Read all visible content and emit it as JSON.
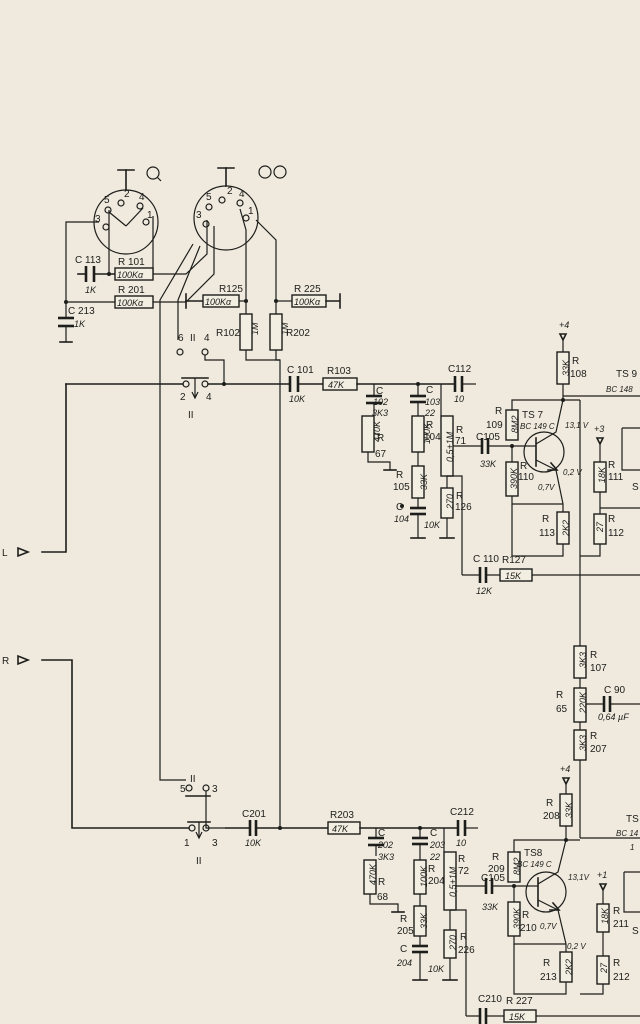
{
  "colors": {
    "paper": "#efeadd",
    "ink": "#1d1d1b"
  },
  "icons": {
    "microphone": "microphone-icon",
    "tape": "tape-reel-icon",
    "ground": "ground-icon",
    "supply": "supply-arrow-icon"
  },
  "inputs": {
    "left": "L",
    "right": "R"
  },
  "switch": {
    "label": "II",
    "pins_top": "6",
    "pin_top_right": "4",
    "pins_bottom_left": "2",
    "pins_bottom_right": "4",
    "pin5": "5",
    "pin3": "3",
    "pin1": "1",
    "pin3b": "3"
  },
  "din1": {
    "p5": "5",
    "p2": "2",
    "p4": "4",
    "p3": "3",
    "p1": "1"
  },
  "din2": {
    "p5": "5",
    "p2": "2",
    "p4": "4",
    "p3": "3",
    "p1": "1"
  },
  "c113": {
    "name": "C 113",
    "value": "1K"
  },
  "c213": {
    "name": "C 213",
    "value": "1K"
  },
  "r101": {
    "name": "R 101",
    "value": "100Kα"
  },
  "r201": {
    "name": "R 201",
    "value": "100Kα"
  },
  "r125": {
    "name": "R125",
    "value": "100Kα"
  },
  "r225": {
    "name": "R 225",
    "value": "100Kα"
  },
  "r102": {
    "name": "R102",
    "value": "1M"
  },
  "r202": {
    "name": "R202",
    "value": "1M"
  },
  "c101": {
    "name": "C 101",
    "value": "10K"
  },
  "c201": {
    "name": "C201",
    "value": "10K"
  },
  "r103": {
    "name": "R103",
    "value": "47K"
  },
  "r203": {
    "name": "R203",
    "value": "47K"
  },
  "c102": {
    "name": "C",
    "num": "102",
    "value": "3K3"
  },
  "c103": {
    "name": "C",
    "num": "103",
    "value": "22"
  },
  "c202": {
    "name": "C",
    "num": "202",
    "value": "3K3"
  },
  "c203": {
    "name": "C",
    "num": "203",
    "value": "22"
  },
  "r67": {
    "name": "R",
    "num": "67",
    "value": "470K"
  },
  "r68": {
    "name": "R",
    "num": "68",
    "value": "470K"
  },
  "r104": {
    "name": "R",
    "num": "104",
    "value": "100K"
  },
  "r204": {
    "name": "R",
    "num": "204",
    "value": "100K"
  },
  "r71": {
    "name": "R",
    "num": "71",
    "value": "0,5+1M"
  },
  "r72": {
    "name": "R",
    "num": "72",
    "value": "0,5+1M"
  },
  "r105": {
    "name": "R",
    "num": "105",
    "value": "33K"
  },
  "r205": {
    "name": "R",
    "num": "205",
    "value": "33K"
  },
  "c104": {
    "name": "C",
    "num": "104",
    "value": "10K"
  },
  "c204": {
    "name": "C",
    "num": "204",
    "value": "10K"
  },
  "r126": {
    "name": "R",
    "num": "126",
    "value": "270"
  },
  "r226": {
    "name": "R",
    "num": "226",
    "value": "270"
  },
  "c112": {
    "name": "C112",
    "value": "10"
  },
  "c212": {
    "name": "C212",
    "value": "10"
  },
  "c105": {
    "name": "C105",
    "value": "33K"
  },
  "c205": {
    "name": "C105",
    "value": "33K"
  },
  "r109": {
    "name": "R",
    "num": "109",
    "value": "8M2"
  },
  "r209": {
    "name": "R",
    "num": "209",
    "value": "8M2"
  },
  "r110": {
    "name": "R",
    "num": "110",
    "value": "390K"
  },
  "r210": {
    "name": "R",
    "num": "210",
    "value": "390K"
  },
  "ts7": {
    "name": "TS 7",
    "type": "BC 149 C",
    "vc": "13,1 V",
    "ve": "0,2 V",
    "vb": "0,7V"
  },
  "ts8": {
    "name": "TS8",
    "type": "BC 149 C",
    "vc": "13,1V",
    "ve": "0,2 V",
    "vb": "0,7V"
  },
  "r108": {
    "name": "R",
    "num": "108",
    "value": "33K",
    "supply": "+4"
  },
  "r208": {
    "name": "R",
    "num": "208",
    "value": "33K",
    "supply": "+4"
  },
  "r113": {
    "name": "R",
    "num": "113",
    "value": "2K2"
  },
  "r213": {
    "name": "R",
    "num": "213",
    "value": "2K2"
  },
  "r111": {
    "name": "R",
    "num": "111",
    "value": "18K",
    "supply": "+3"
  },
  "r211": {
    "name": "R",
    "num": "211",
    "value": "18K",
    "supply": "+1"
  },
  "r112": {
    "name": "R",
    "num": "112",
    "value": "27"
  },
  "r212": {
    "name": "R",
    "num": "212",
    "value": "27"
  },
  "ts9": {
    "name": "TS 9",
    "type": "BC 148"
  },
  "ts10": {
    "name": "TS",
    "type": "BC 14",
    "extra": "1"
  },
  "c110": {
    "name": "C 110",
    "value": "12K"
  },
  "r127": {
    "name": "R127",
    "value": "15K"
  },
  "c210": {
    "name": "C210",
    "value": ""
  },
  "r227": {
    "name": "R 227",
    "value": "15K"
  },
  "r107": {
    "name": "R",
    "num": "107",
    "value": "3K3"
  },
  "r207": {
    "name": "R",
    "num": "207",
    "value": "3K3"
  },
  "r65": {
    "name": "R",
    "num": "65",
    "value": "220K"
  },
  "c90": {
    "name": "C 90",
    "value": "0,64 µF"
  },
  "fragments": {
    "s1": "S",
    "s2": "S"
  }
}
